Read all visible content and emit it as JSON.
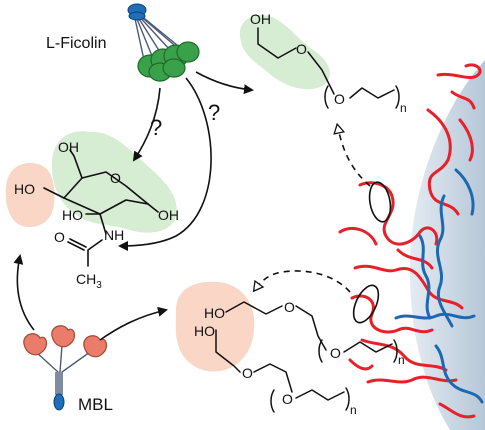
{
  "proteins": {
    "ficolin": {
      "label": "L-Ficolin"
    },
    "mbl": {
      "label": "MBL"
    }
  },
  "unknown_binding": {
    "mark_1": "?",
    "mark_2": "?"
  },
  "glcnac": {
    "labels": {
      "oh_ring_left": "HO",
      "oh_c6": "OH",
      "oh_c3": "HO",
      "oh_c1": "OH",
      "ring_o": "O",
      "nh": "NH",
      "carbonyl_o": "O",
      "methyl": "CH",
      "methyl_sub": "3"
    }
  },
  "peg_top": {
    "labels": {
      "oh": "OH",
      "o_chain": "O",
      "o_repeat": "O",
      "n": "n"
    }
  },
  "peg_branched": {
    "labels": {
      "ho_1": "HO",
      "ho_2": "HO",
      "o_1": "O",
      "o_2": "O",
      "o_repeat_1": "O",
      "o_repeat_2": "O",
      "n_1": "n",
      "n_2": "n"
    }
  },
  "colors": {
    "ficolin_green": "#3aa14a",
    "mbl_salmon": "#ec7c6a",
    "stalk_blue": "#1f6fb8",
    "highlight_green": "#d6ecd3",
    "highlight_salmon": "#f9d6c6",
    "surface": "#c9d6e3",
    "polymer_red": "#e8202a",
    "polymer_blue": "#1c68b3"
  }
}
